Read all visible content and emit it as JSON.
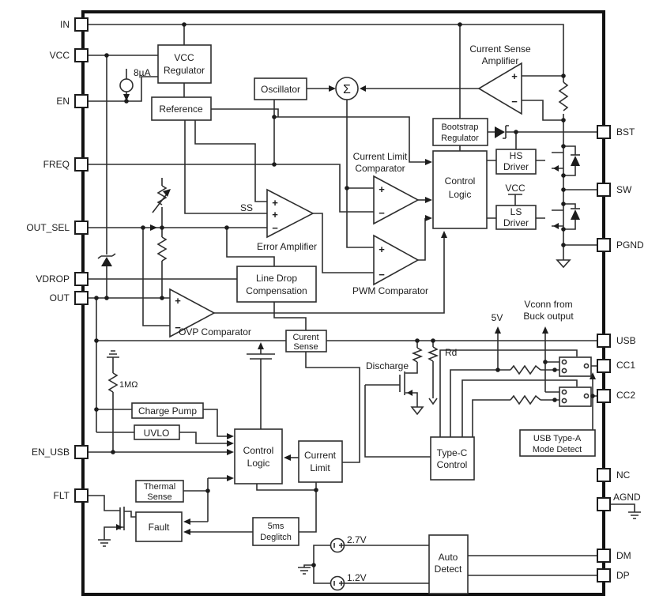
{
  "colors": {
    "background": "#ffffff",
    "line": "#2e2e2e",
    "text": "#1c1c1c"
  },
  "pins": {
    "left": [
      {
        "label": "IN"
      },
      {
        "label": "VCC"
      },
      {
        "label": "EN"
      },
      {
        "label": "FREQ"
      },
      {
        "label": "OUT_SEL"
      },
      {
        "label": "VDROP"
      },
      {
        "label": "OUT"
      },
      {
        "label": "EN_USB"
      },
      {
        "label": "FLT"
      }
    ],
    "right": [
      {
        "label": "BST"
      },
      {
        "label": "SW"
      },
      {
        "label": "PGND"
      },
      {
        "label": "USB"
      },
      {
        "label": "CC1"
      },
      {
        "label": "CC2"
      },
      {
        "label": "NC"
      },
      {
        "label": "AGND"
      },
      {
        "label": "DM"
      },
      {
        "label": "DP"
      }
    ]
  },
  "blocks": {
    "vcc_regulator": {
      "line1": "VCC",
      "line2": "Regulator"
    },
    "reference": {
      "line1": "Reference"
    },
    "oscillator": {
      "line1": "Oscillator"
    },
    "bootstrap": {
      "line1": "Bootstrap",
      "line2": "Regulator"
    },
    "hs_driver": {
      "line1": "HS",
      "line2": "Driver"
    },
    "ls_driver": {
      "line1": "LS",
      "line2": "Driver"
    },
    "control_logic": {
      "line1": "Control",
      "line2": "Logic"
    },
    "line_drop": {
      "line1": "Line Drop",
      "line2": "Compensation"
    },
    "current_sense_block": {
      "line1": "Curent",
      "line2": "Sense"
    },
    "charge_pump": {
      "line1": "Charge Pump"
    },
    "uvlo": {
      "line1": "UVLO"
    },
    "control_logic2": {
      "line1": "Control",
      "line2": "Logic"
    },
    "current_limit": {
      "line1": "Current",
      "line2": "Limit"
    },
    "thermal_sense": {
      "line1": "Thermal",
      "line2": "Sense"
    },
    "fault": {
      "line1": "Fault"
    },
    "deglitch": {
      "line1": "5ms",
      "line2": "Deglitch"
    },
    "type_c": {
      "line1": "Type-C",
      "line2": "Control"
    },
    "mode_detect": {
      "line1": "USB Type-A",
      "line2": "Mode Detect"
    },
    "auto_detect": {
      "line1": "Auto",
      "line2": "Detect"
    }
  },
  "amps": {
    "csa": {
      "line1": "Current Sense",
      "line2": "Amplifier"
    },
    "clc": {
      "line1": "Current Limit",
      "line2": "Comparator"
    },
    "error": {
      "label": "Error Amplifier"
    },
    "pwm": {
      "label": "PWM Comparator"
    },
    "ovp": {
      "label": "OVP Comparator"
    },
    "sigma": "Σ"
  },
  "ann": {
    "bias": "8µA",
    "ss": "SS",
    "vcc_rail": "VCC",
    "five_v": "5V",
    "vconn1": "Vconn from",
    "vconn2": "Buck output",
    "rd": "Rd",
    "meg": "1MΩ",
    "v27": "2.7V",
    "v12": "1.2V",
    "plus": "+",
    "minus": "−"
  }
}
